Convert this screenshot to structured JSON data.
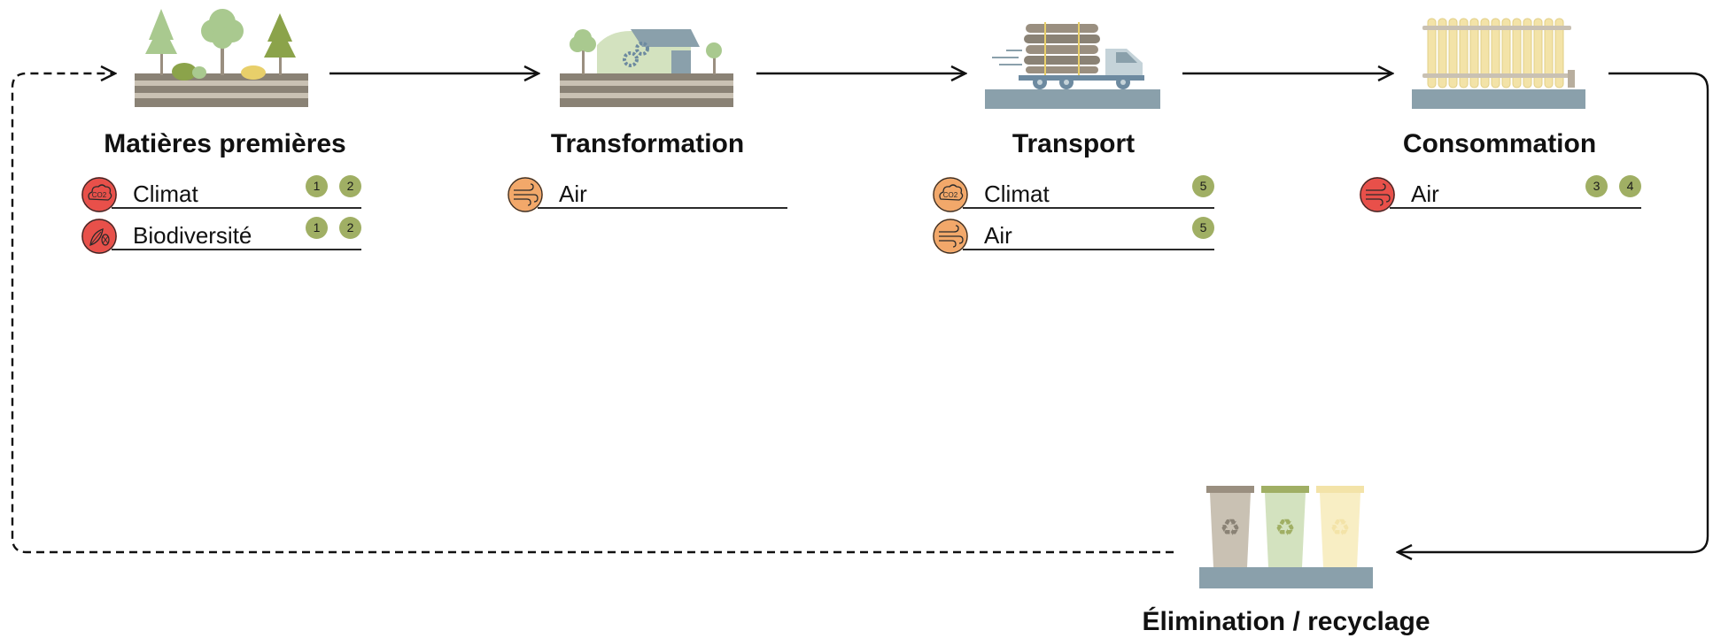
{
  "colors": {
    "impact_high": "#e8504a",
    "impact_medium": "#f2a86a",
    "badge": "#a0af64",
    "ground": "#8a8275",
    "slab": "#8aa0ab"
  },
  "stages": [
    {
      "title": "Matières premières",
      "icon": "forest-icon",
      "impacts": [
        {
          "label": "Climat",
          "icon": "co2-cloud-icon",
          "level": "high",
          "refs": [
            "1",
            "2"
          ]
        },
        {
          "label": "Biodiversité",
          "icon": "leaf-bug-icon",
          "level": "high",
          "refs": [
            "1",
            "2"
          ]
        }
      ]
    },
    {
      "title": "Transformation",
      "icon": "factory-icon",
      "impacts": [
        {
          "label": "Air",
          "icon": "wind-icon",
          "level": "medium",
          "refs": []
        }
      ]
    },
    {
      "title": "Transport",
      "icon": "log-truck-icon",
      "impacts": [
        {
          "label": "Climat",
          "icon": "co2-cloud-icon",
          "level": "medium",
          "refs": [
            "5"
          ]
        },
        {
          "label": "Air",
          "icon": "wind-icon",
          "level": "medium",
          "refs": [
            "5"
          ]
        }
      ]
    },
    {
      "title": "Consommation",
      "icon": "radiator-icon",
      "impacts": [
        {
          "label": "Air",
          "icon": "wind-icon",
          "level": "high",
          "refs": [
            "3",
            "4"
          ]
        }
      ]
    },
    {
      "title": "Élimination / recyclage",
      "icon": "recycling-bins-icon",
      "impacts": []
    }
  ]
}
